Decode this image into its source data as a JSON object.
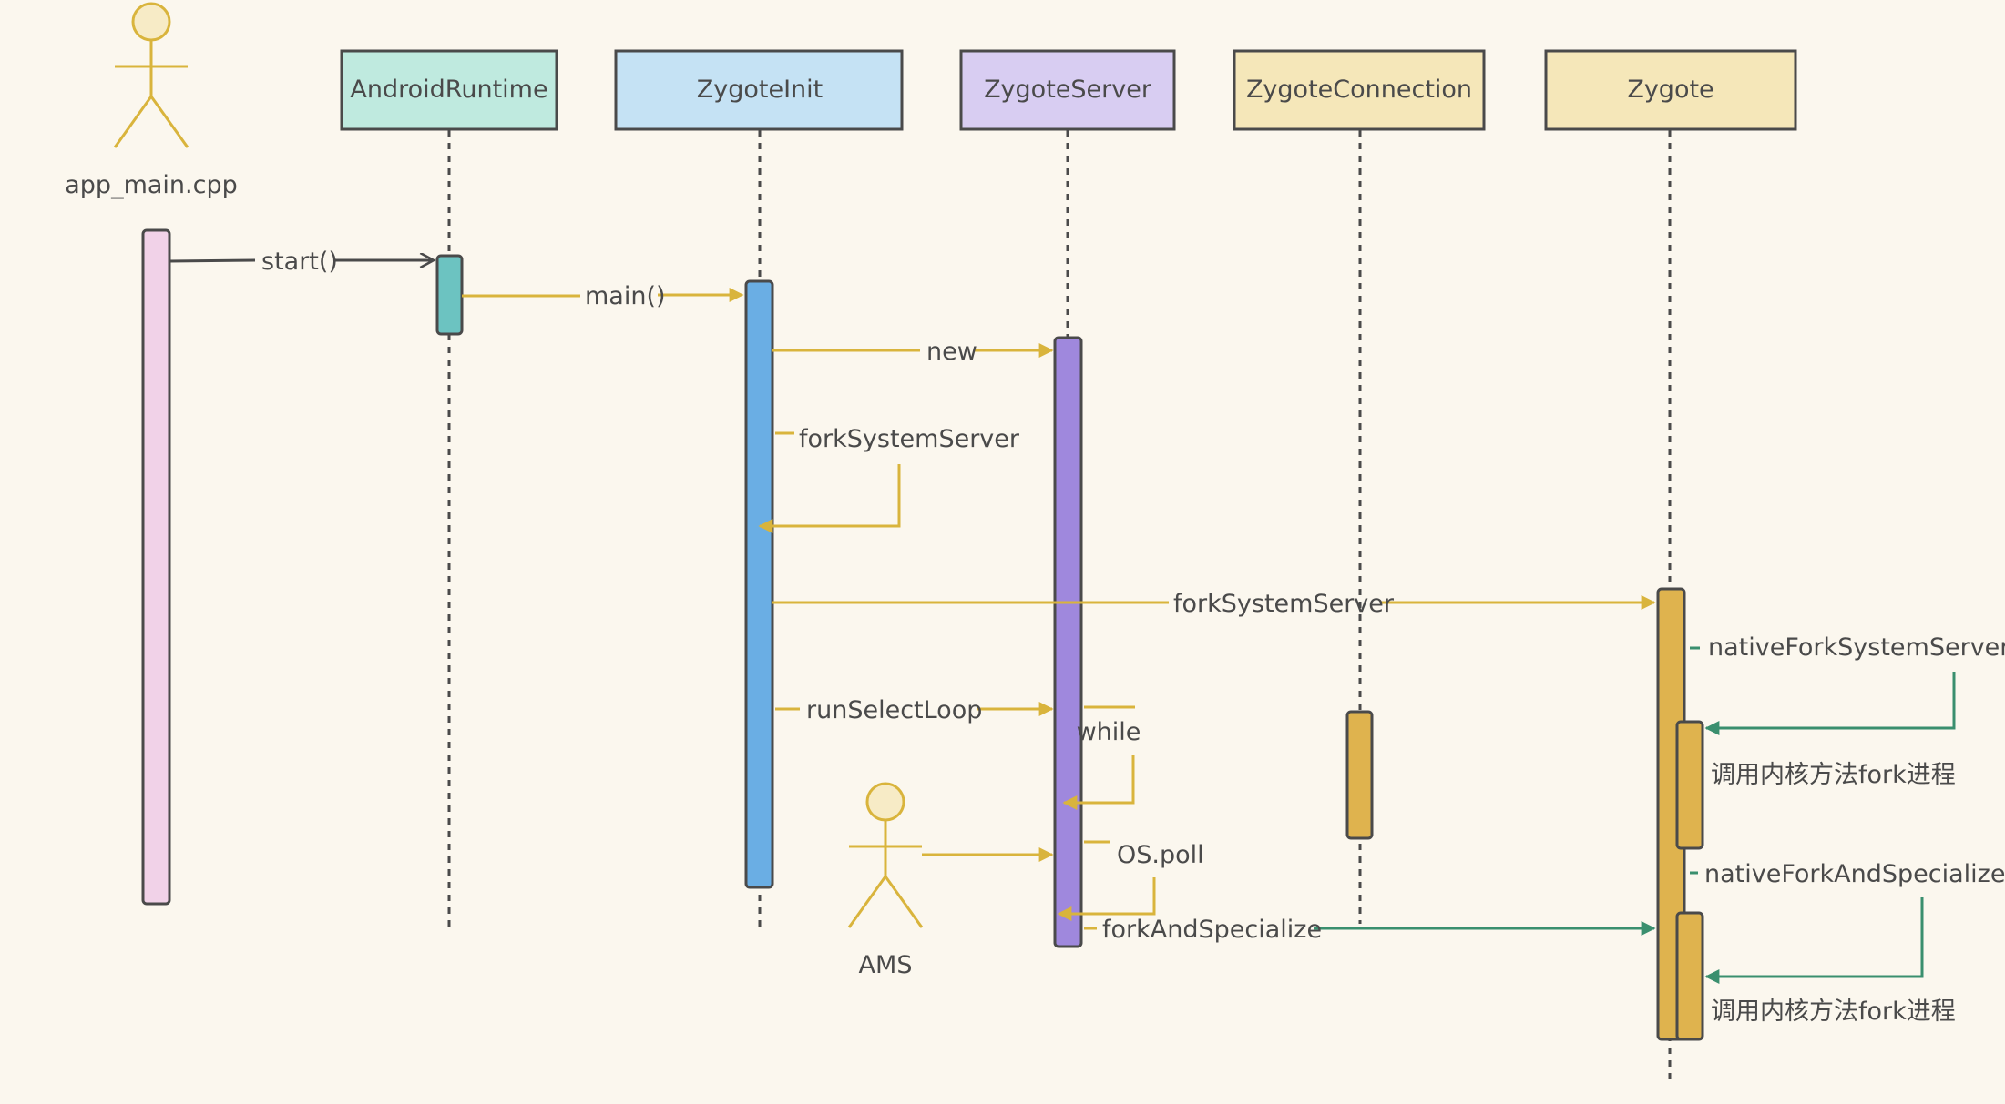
{
  "colors": {
    "background": "#fbf7ee",
    "gold": "#d9b43c",
    "teal": "#3a8f6e",
    "dark": "#4a4a4a",
    "actor_fill": "#f7ebc6",
    "androidruntime_fill": "#bfeadf",
    "zygoteinit_fill": "#c5e2f4",
    "zygoteserver_fill": "#d8cdf2",
    "zygoteconnection_fill": "#f5e7b9",
    "zygote_fill": "#f5e7b9",
    "bar_app": "#f1d2e8",
    "bar_runtime": "#6cc3c1",
    "bar_init": "#6aaee4",
    "bar_server": "#9f88dd",
    "bar_zygote": "#dfb34e"
  },
  "actors": {
    "app": {
      "label": "app_main.cpp",
      "icon": "person-icon"
    },
    "ams": {
      "label": "AMS",
      "icon": "person-icon"
    }
  },
  "participants": {
    "androidruntime": "AndroidRuntime",
    "zygoteinit": "ZygoteInit",
    "zygoteserver": "ZygoteServer",
    "zygoteconnection": "ZygoteConnection",
    "zygote": "Zygote"
  },
  "messages": {
    "start": "start()",
    "main": "main()",
    "new": "new",
    "fork_system_server_self": "forkSystemServer",
    "fork_system_server": "forkSystemServer",
    "run_select_loop": "runSelectLoop",
    "while": "while",
    "os_poll": "OS.poll",
    "fork_and_specialize": "forkAndSpecialize",
    "native_fork_system_server": "nativeForkSystemServer",
    "kernel_fork_1": "调用内核方法fork进程",
    "native_fork_and_specialize": "nativeForkAndSpecialize",
    "kernel_fork_2": "调用内核方法fork进程"
  }
}
